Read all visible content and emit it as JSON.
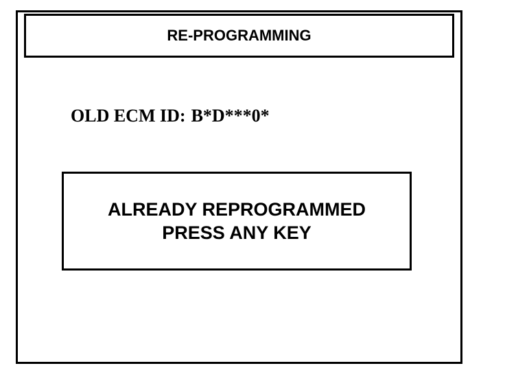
{
  "header": {
    "title": "RE-PROGRAMMING"
  },
  "ecm": {
    "label": "OLD ECM ID:",
    "value": "B*D***0*"
  },
  "message": {
    "line1": "ALREADY REPROGRAMMED",
    "line2": "PRESS ANY KEY"
  },
  "colors": {
    "foreground": "#000000",
    "background": "#ffffff"
  }
}
